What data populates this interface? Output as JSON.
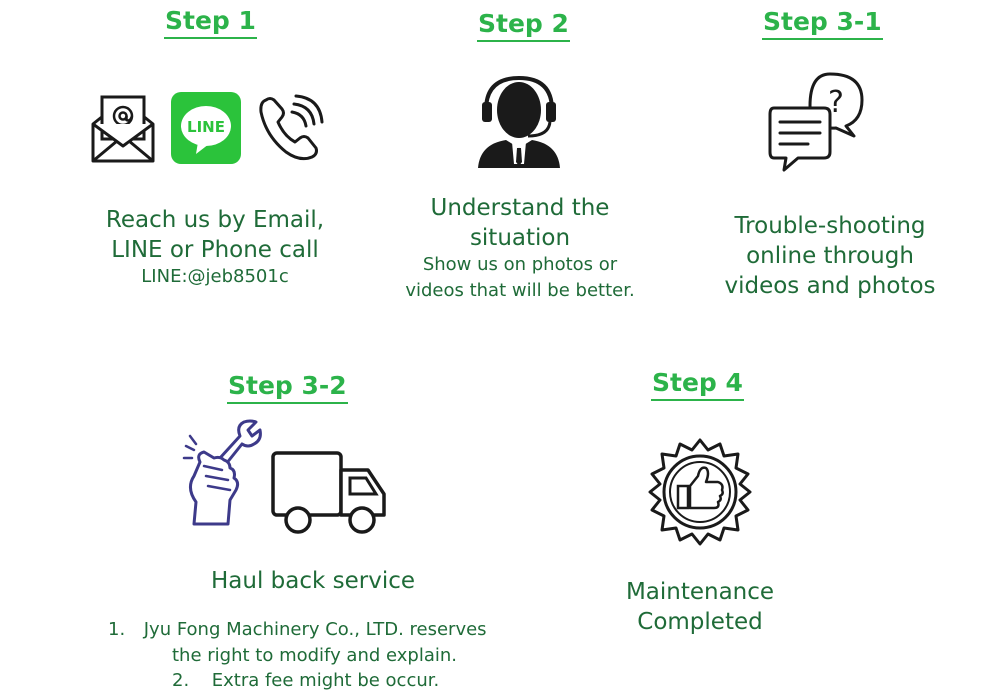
{
  "colors": {
    "step_label": "#2cb34a",
    "text": "#1f6b38",
    "line_brand": "#2bc33b",
    "icon": "#1a1a1a",
    "icon_accent": "#3d3a8a"
  },
  "step1": {
    "label": "Step 1",
    "title_line1": "Reach us by Email,",
    "title_line2": "LINE or Phone call",
    "line_id": "LINE:@jeb8501c",
    "line_logo_text": "LINE",
    "icons": [
      "email-icon",
      "line-app-icon",
      "phone-call-icon"
    ]
  },
  "step2": {
    "label": "Step 2",
    "title_line1": "Understand the",
    "title_line2": "situation",
    "desc_line1": "Show us on photos or",
    "desc_line2": "videos that will be better.",
    "icons": [
      "support-agent-icon"
    ]
  },
  "step3_1": {
    "label": "Step 3-1",
    "title_line1": "Trouble-shooting",
    "title_line2": "online through",
    "title_line3": "videos and photos",
    "icons": [
      "chat-question-icon"
    ]
  },
  "step3_2": {
    "label": "Step 3-2",
    "title": "Haul back service",
    "notes": [
      {
        "num": "1.",
        "line1": "Jyu Fong Machinery Co., LTD. reserves",
        "line2": "the right to modify and explain."
      },
      {
        "num": "2.",
        "line1": "Extra fee might be occur."
      }
    ],
    "icons": [
      "wrench-hand-icon",
      "delivery-truck-icon"
    ]
  },
  "step4": {
    "label": "Step 4",
    "title_line1": "Maintenance",
    "title_line2": "Completed",
    "icons": [
      "thumbs-up-badge-icon"
    ]
  }
}
